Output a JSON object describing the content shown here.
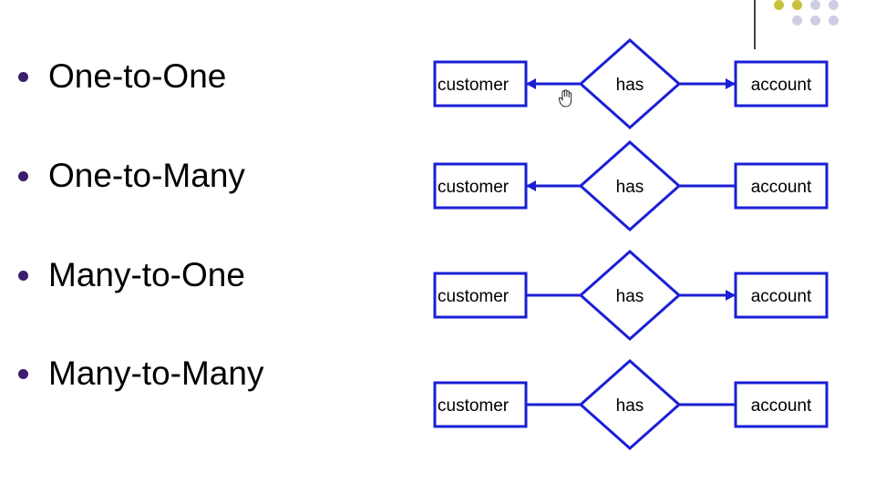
{
  "bullets": [
    {
      "label": "One-to-One"
    },
    {
      "label": "One-to-Many"
    },
    {
      "label": "Many-to-One"
    },
    {
      "label": "Many-to-Many"
    }
  ],
  "diagram": {
    "rows": [
      {
        "entity_left": "customer",
        "relationship": "has",
        "entity_right": "account",
        "arrow_left": true,
        "arrow_right": true
      },
      {
        "entity_left": "customer",
        "relationship": "has",
        "entity_right": "account",
        "arrow_left": true,
        "arrow_right": false
      },
      {
        "entity_left": "customer",
        "relationship": "has",
        "entity_right": "account",
        "arrow_left": false,
        "arrow_right": true
      },
      {
        "entity_left": "customer",
        "relationship": "has",
        "entity_right": "account",
        "arrow_left": false,
        "arrow_right": false
      }
    ]
  },
  "colors": {
    "diagram_blue": "#1a1fd6",
    "bullet": "#3b1e6e",
    "deco_yellow": "#c8c23a",
    "deco_lavender": "#cfcde6"
  },
  "icons": {
    "cursor": "hand-cursor-icon"
  }
}
